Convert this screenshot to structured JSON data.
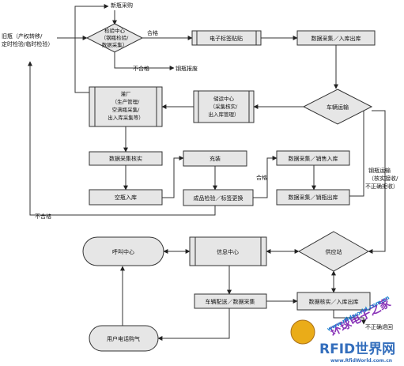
{
  "nodes": {
    "new_purchase": "新瓶采购",
    "inspection_center": [
      "检验中心",
      "（钢瓶检验/",
      "数据采集）"
    ],
    "unqualified_top": "不合格",
    "cylinder_scrap": "钢瓶报废",
    "qualified_top": "合格",
    "tag_paste": "电子标签贴贴",
    "collect_inbound_top": "数据采集／入库出库",
    "old_cylinder": [
      "旧瓶（产权转移/",
      "定时检验/临时检验）"
    ],
    "filling_plant": [
      "灌厂",
      "（生产管理/",
      "空满瓶采集/",
      "出入库采集等）"
    ],
    "storage_center": [
      "储运中心",
      "（采集核实/",
      "出入库管理）"
    ],
    "vehicle_transport_top": "车辆运输",
    "data_verify": "数据采集核实",
    "filling": "充装",
    "collect_sales_in": "数据采集／销售入库",
    "cylinder_transport": [
      "钢瓶运输",
      "（核实接收/",
      "不正确拒收）"
    ],
    "empty_inbound": "空瓶入库",
    "product_check": "成品检验／标签更换",
    "qualified_mid": "合格",
    "collect_sales_out": "数据采集／销瓶出库",
    "unqualified_left": "不合格",
    "call_center": "呼叫中心",
    "info_center": "信息中心",
    "supply_station": "供应站",
    "vehicle_dispatch": "车辆配送／数据采集",
    "data_verify_io": "数据核实／入库出库",
    "user_order": "用户电话购气",
    "incorrect_return": "不正确退回"
  },
  "watermark": {
    "cn": "环球电子之家",
    "url": "www.rfidworld.com.cn",
    "brand": "RFID世界网",
    "site": "www.RfidWorld.com.cn"
  }
}
